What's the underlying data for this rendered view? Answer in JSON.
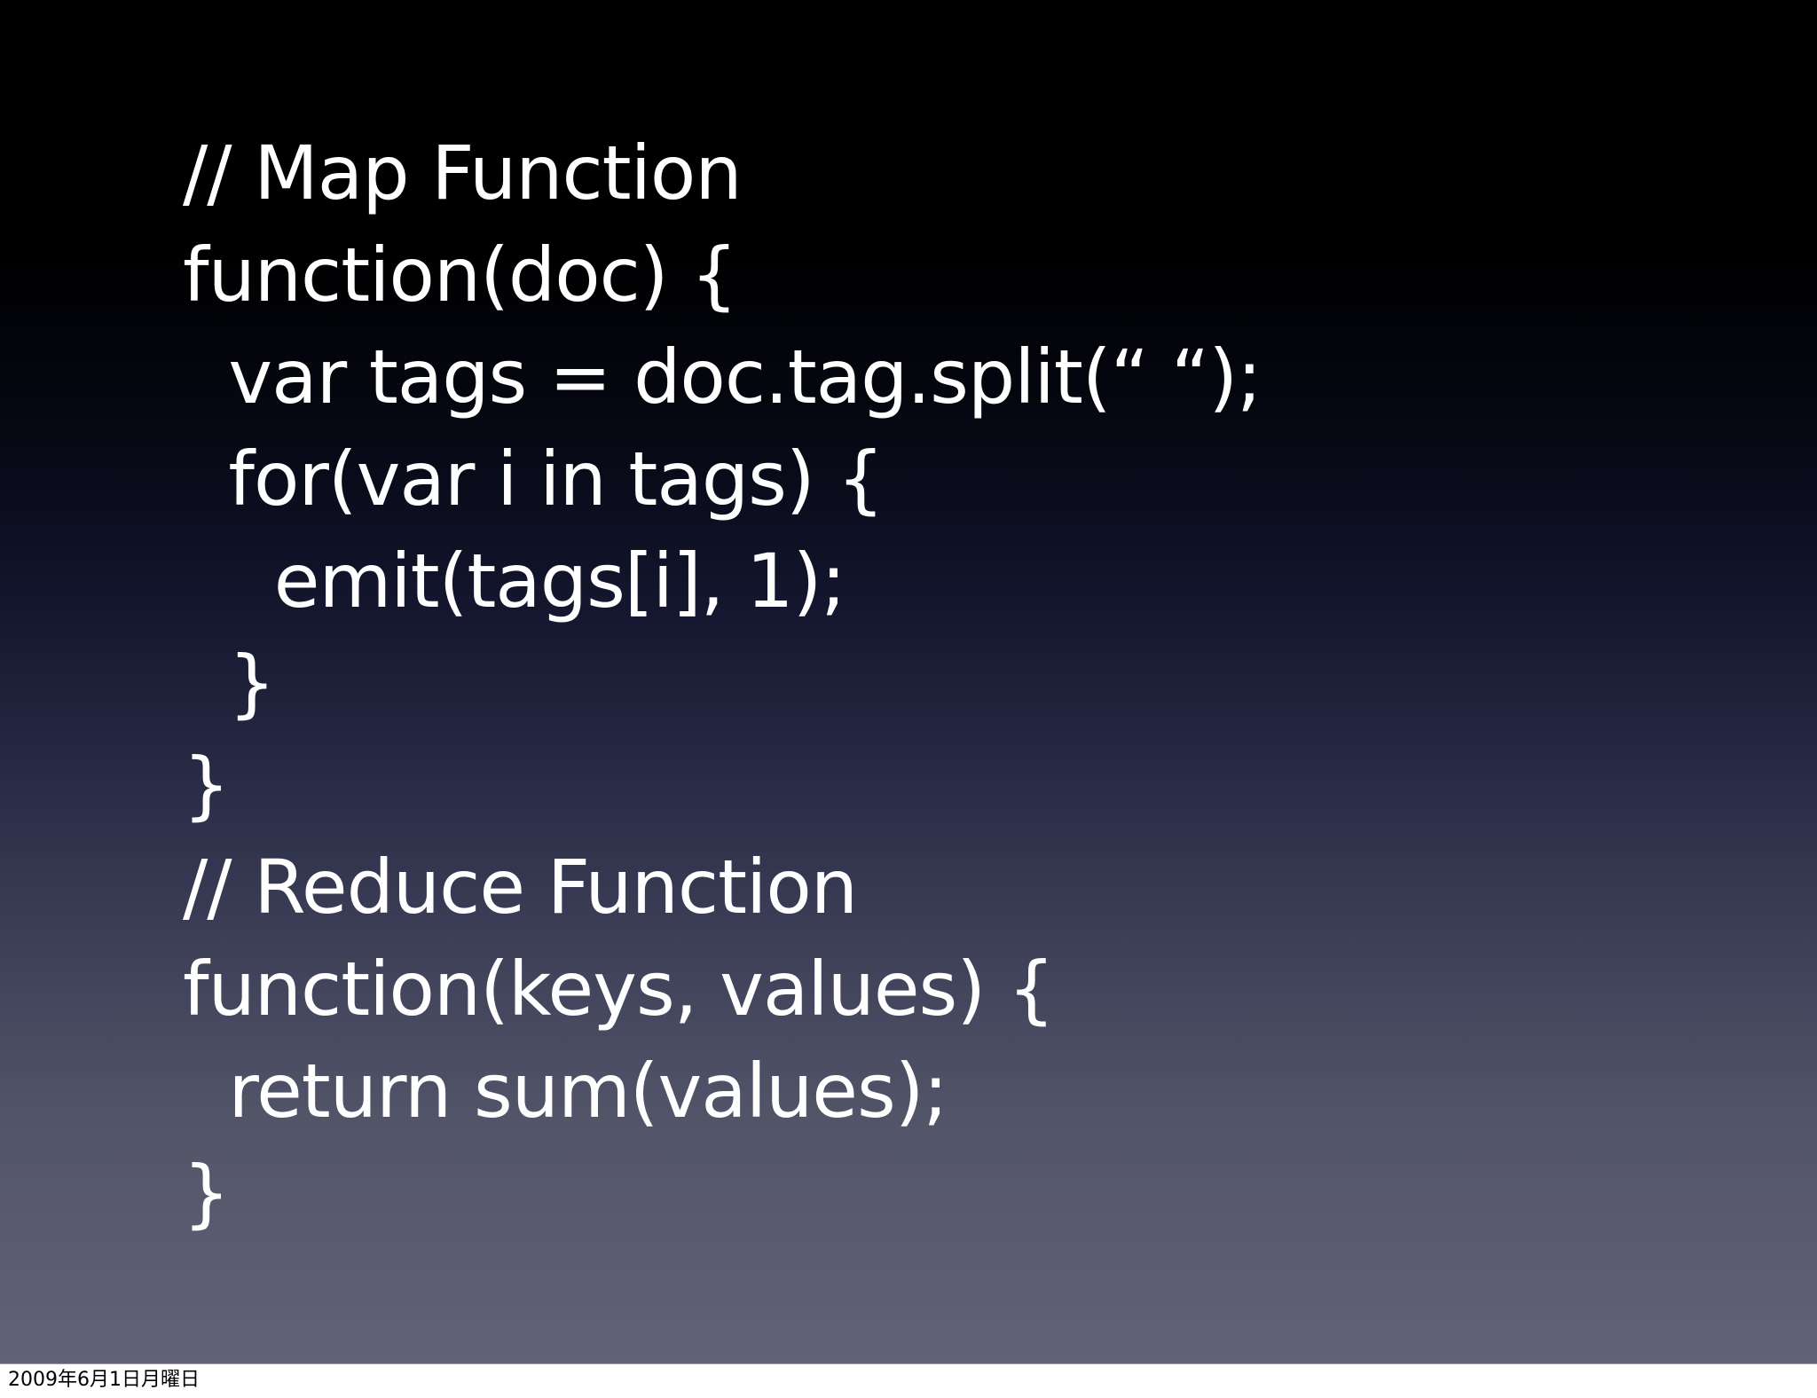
{
  "slide": {
    "code_lines": [
      "// Map Function",
      "function(doc) {",
      "  var tags = doc.tag.split(“ “);",
      "  for(var i in tags) {",
      "    emit(tags[i], 1);",
      "  }",
      "}",
      "// Reduce Function",
      "function(keys, values) {",
      "  return sum(values);",
      "}"
    ]
  },
  "footer": {
    "date": "2009年6月1日月曜日"
  }
}
